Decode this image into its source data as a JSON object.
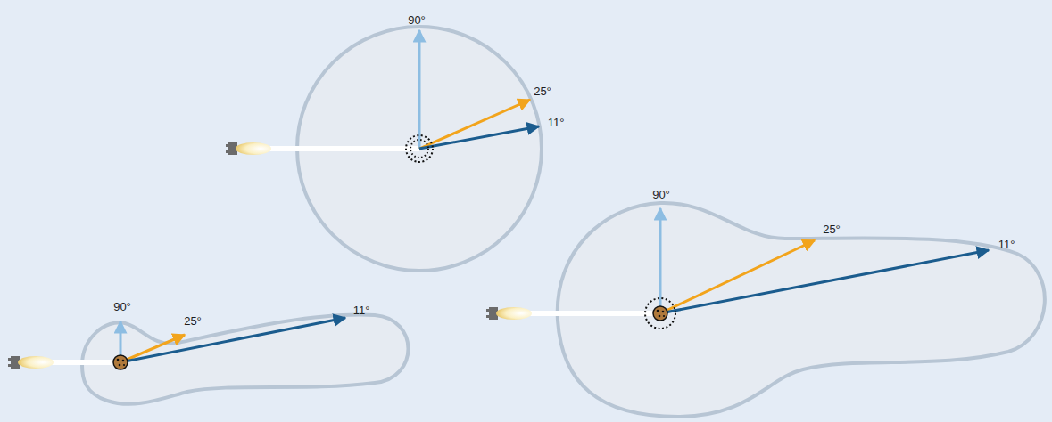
{
  "diagram": {
    "labels": [
      "90°",
      "25°",
      "11°",
      "90°",
      "25°",
      "11°",
      "90°",
      "25°",
      "11°"
    ]
  }
}
